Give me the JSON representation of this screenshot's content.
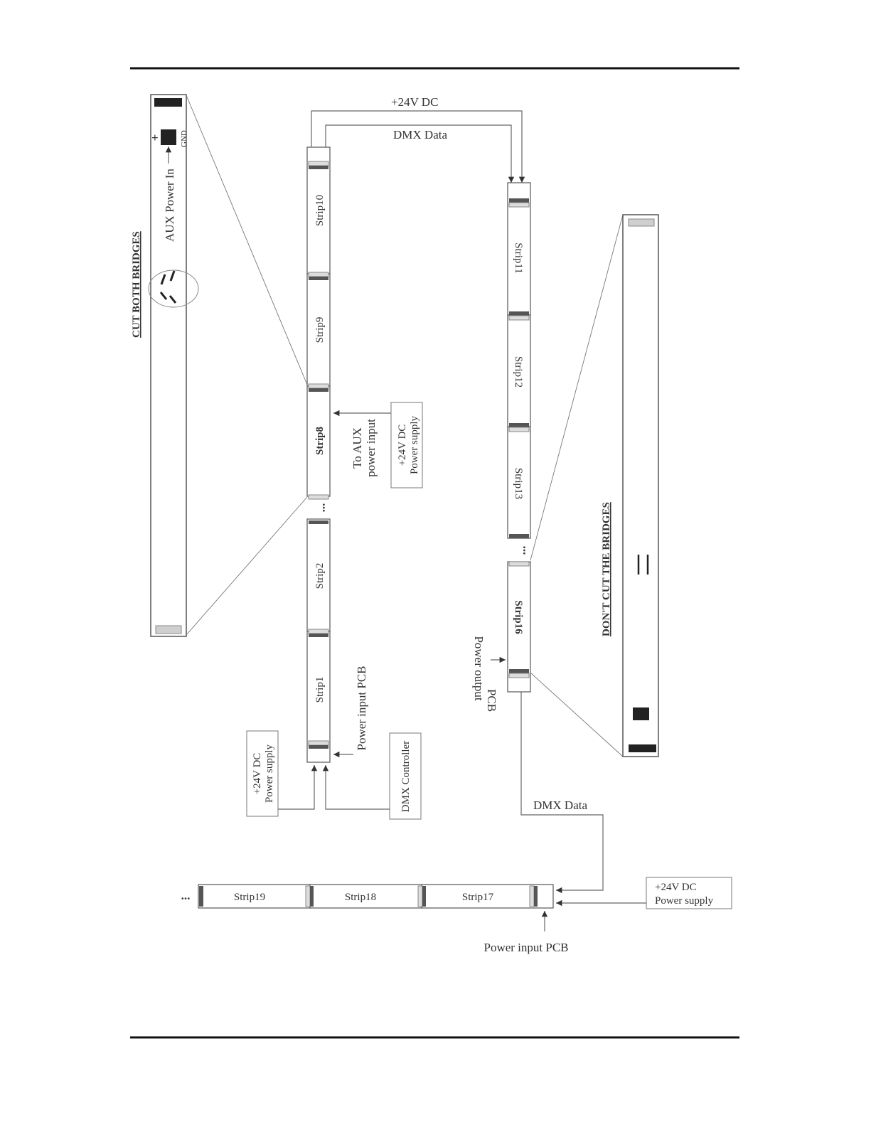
{
  "labels": {
    "plus_24v_dc_top": "+24V DC",
    "dmx_data_top": "DMX Data",
    "cut_both_bridges": "CUT BOTH BRIDGES",
    "aux_power_in": "AUX Power In",
    "gnd": "GND",
    "plus_sign": "+",
    "to_aux_power_input_1": "To AUX",
    "to_aux_power_input_2": "power input",
    "power_input_pcb_left": "Power input PCB",
    "power_output_pcb_1": "Power output",
    "power_output_pcb_2": "PCB",
    "dont_cut_the_bridges": "DON'T CUT THE BRIDGES",
    "dmx_data_bottom": "DMX Data",
    "power_input_pcb_bottom": "Power input PCB",
    "dmx_controller": "DMX Controller",
    "ellipsis": "..."
  },
  "power_supplies": {
    "ps_left": {
      "line1": "+24V DC",
      "line2": "Power supply"
    },
    "ps_aux": {
      "line1": "+24V DC",
      "line2": "Power supply"
    },
    "ps_bottom": {
      "line1": "+24V DC",
      "line2": "Power supply"
    }
  },
  "strips": {
    "strip1": "Strip1",
    "strip2": "Strip2",
    "strip8": "Strip8",
    "strip9": "Strip9",
    "strip10": "Strip10",
    "strip11": "Strip11",
    "strip12": "Strip12",
    "strip13": "Strip13",
    "strip16": "Strip16",
    "strip17": "Strip17",
    "strip18": "Strip18",
    "strip19": "Strip19"
  }
}
